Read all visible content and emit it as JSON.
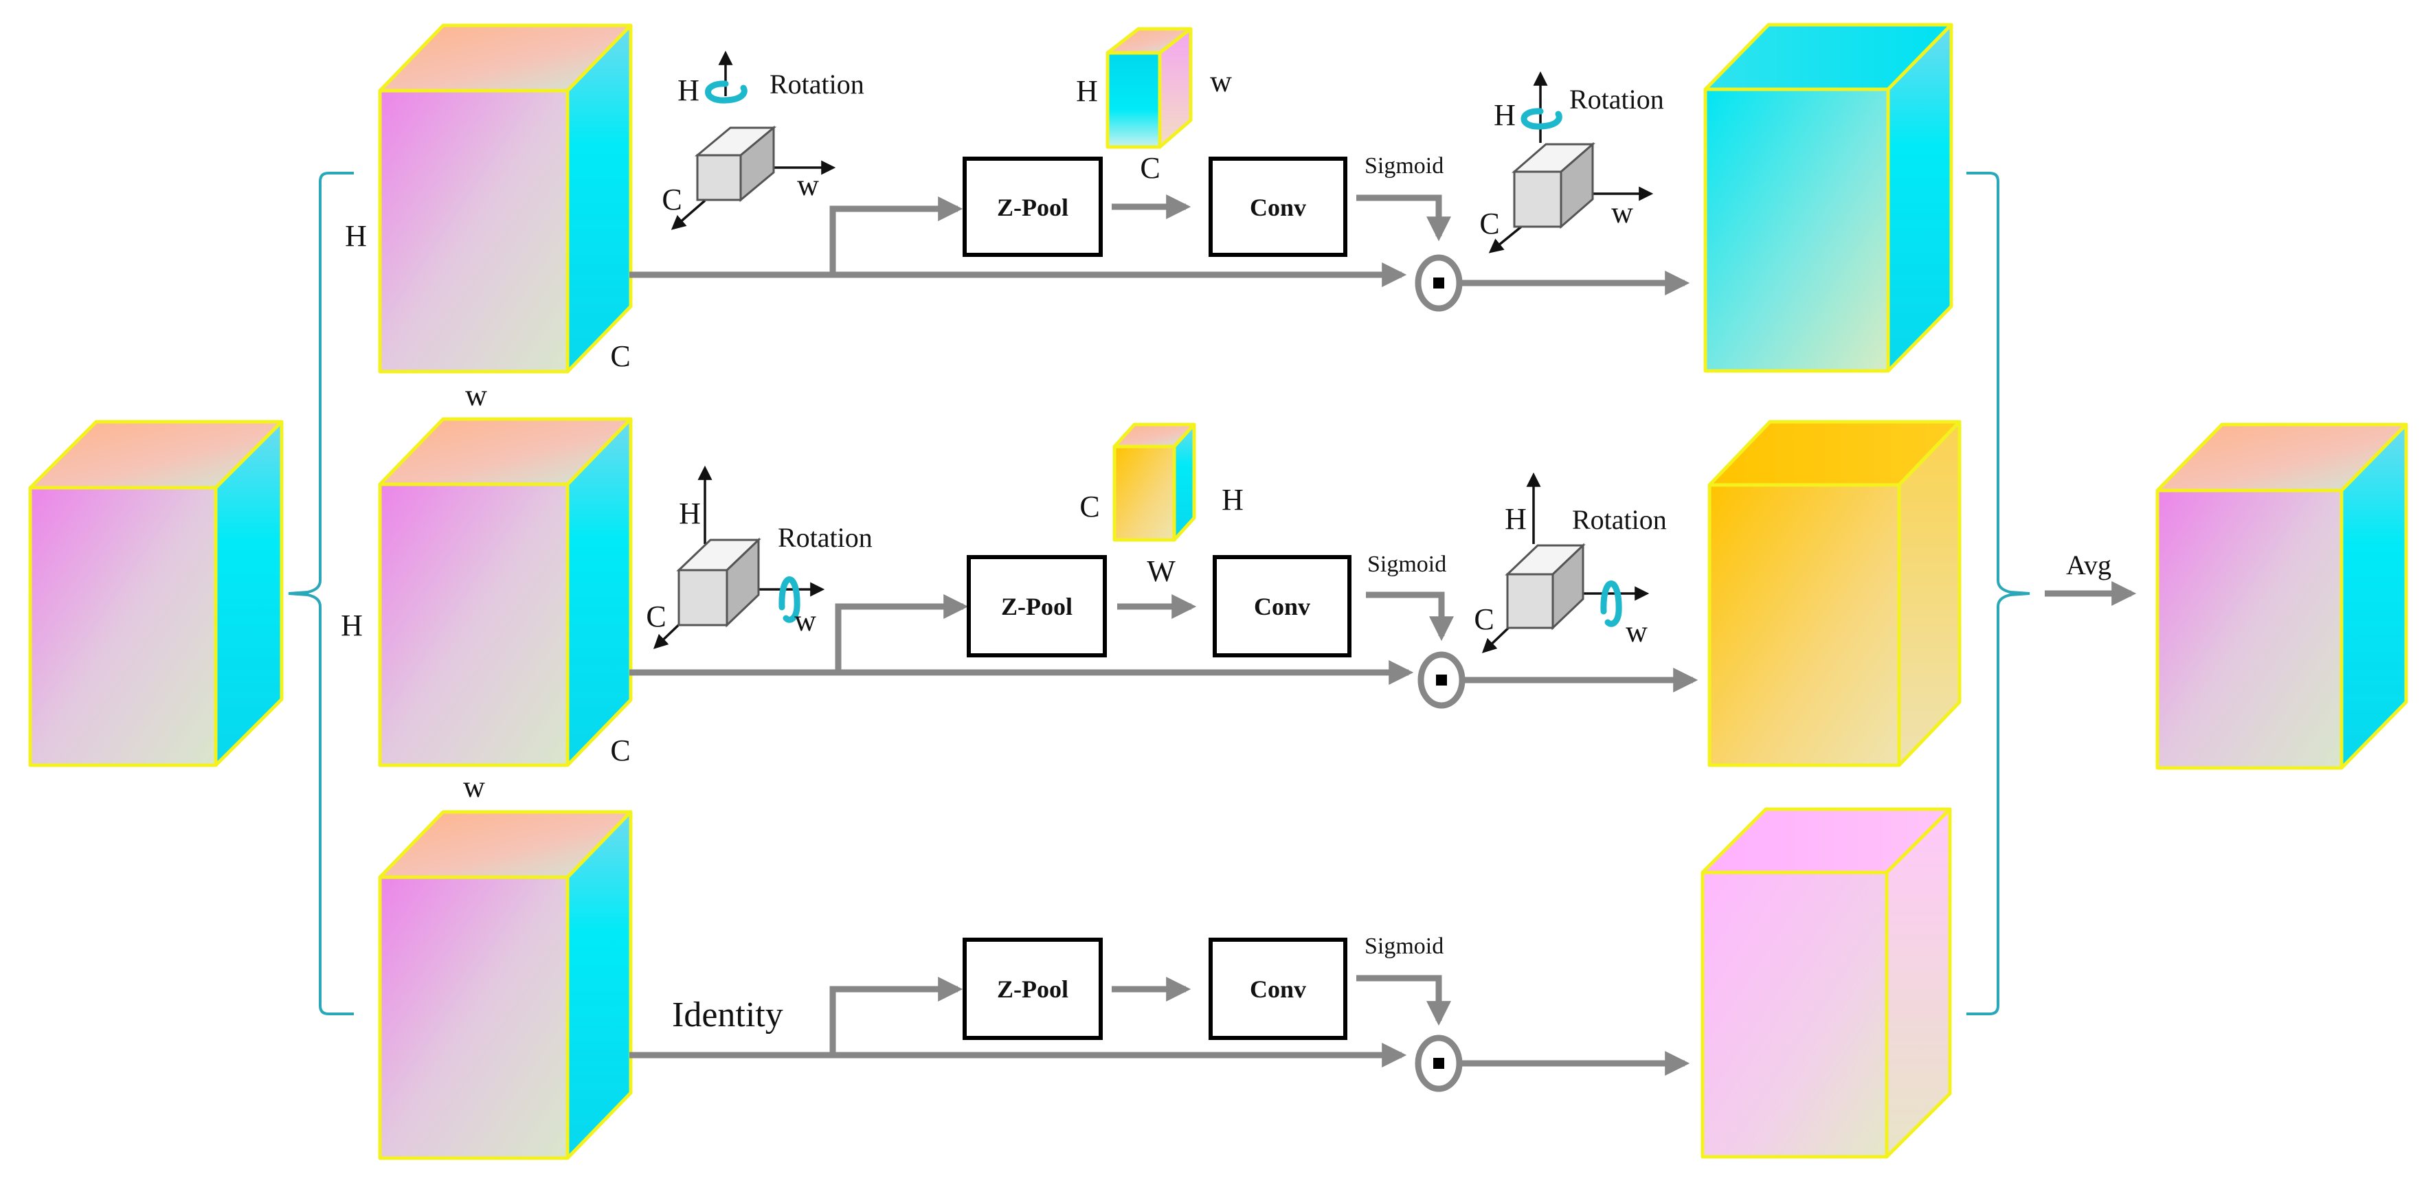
{
  "title": "",
  "nodes": {
    "zpool": "Z-Pool",
    "conv": "Conv",
    "sigmoid": "Sigmoid",
    "rotation": "Rotation",
    "identity": "Identity",
    "avg": "Avg"
  },
  "dims": {
    "h": "H",
    "w": "w",
    "W": "W",
    "c": "C"
  },
  "branches": [
    {
      "rotation_axis": "H"
    },
    {
      "rotation_axis": "W"
    },
    {
      "rotation_axis": "none"
    }
  ],
  "colors": {
    "arrow": "#878787",
    "brace": "#2aa7b8",
    "cube_edge": "#f4f21e",
    "cyan": "#00e8f5",
    "magenta": "#ee82ee",
    "orange": "#ffc400",
    "pink": "#ffb8ff"
  }
}
